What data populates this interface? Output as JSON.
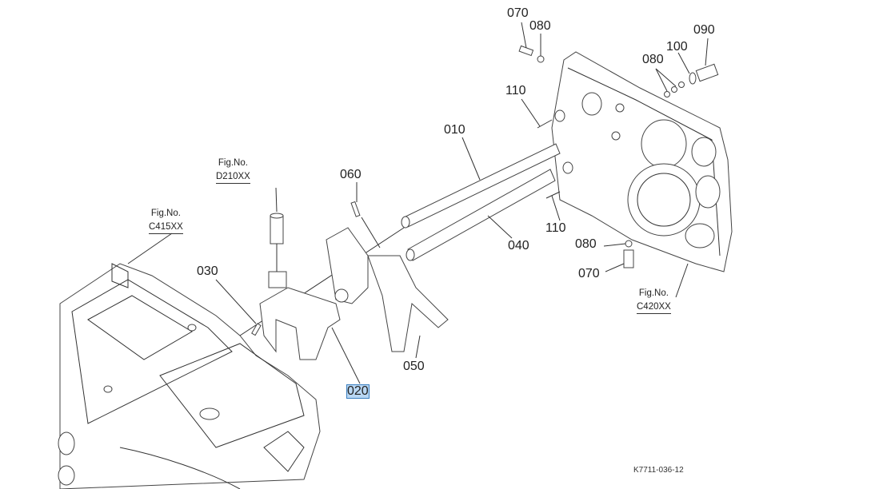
{
  "callouts": {
    "c070_top": "070",
    "c080_top": "080",
    "c090": "090",
    "c100": "100",
    "c080_mid": "080",
    "c110_top": "110",
    "c010": "010",
    "c060": "060",
    "c030": "030",
    "c020": "020",
    "c050": "050",
    "c040": "040",
    "c110_low": "110",
    "c080_low": "080",
    "c070_low": "070"
  },
  "figure_refs": {
    "d210": {
      "label": "Fig.No.",
      "code": "D210XX"
    },
    "c415": {
      "label": "Fig.No.",
      "code": "C415XX"
    },
    "c420": {
      "label": "Fig.No.",
      "code": "C420XX"
    }
  },
  "selected_callout": "020",
  "selection_color": "#b9d7f3",
  "drawing_number": "K7711-036-12"
}
